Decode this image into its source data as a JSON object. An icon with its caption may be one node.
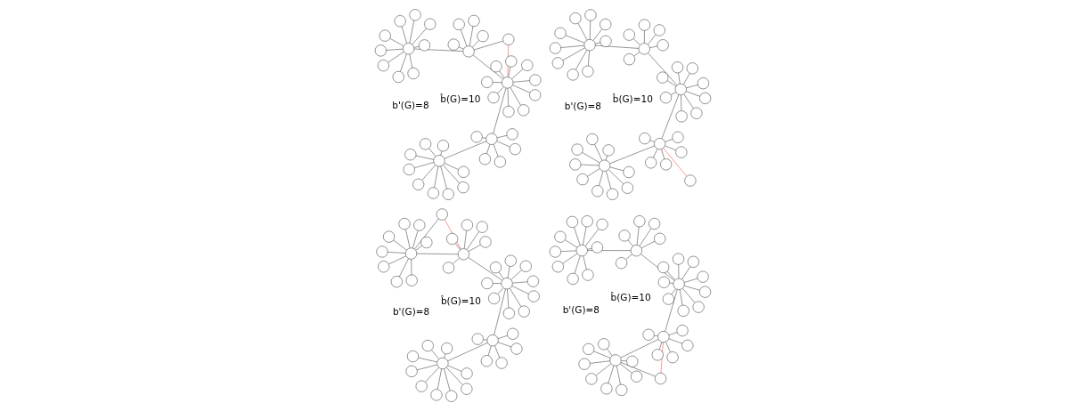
{
  "diagram": {
    "nodes": [
      {
        "text": [],
        "shape": "circle"
      },
      {
        "text": [],
        "shape": "circle"
      },
      {
        "text": [],
        "shape": "circle"
      },
      {
        "text": [],
        "shape": "circle"
      },
      {
        "text": [],
        "shape": "circle"
      },
      {
        "text": [],
        "shape": "circle"
      },
      {
        "text": [],
        "shape": "circle"
      },
      {
        "text": [],
        "shape": "circle"
      },
      {
        "text": [],
        "shape": "circle"
      },
      {
        "text": [],
        "shape": "circle"
      },
      {
        "text": [],
        "shape": "circle"
      },
      {
        "text": [],
        "shape": "circle"
      },
      {
        "text": [],
        "shape": "circle"
      },
      {
        "text": [],
        "shape": "circle"
      },
      {
        "text": [],
        "shape": "circle"
      },
      {
        "text": [],
        "shape": "circle"
      },
      {
        "text": [],
        "shape": "circle"
      },
      {
        "text": [],
        "shape": "circle"
      },
      {
        "text": [],
        "shape": "circle"
      },
      {
        "text": [],
        "shape": "circle"
      },
      {
        "text": [],
        "shape": "circle"
      },
      {
        "text": [],
        "shape": "circle"
      },
      {
        "text": [],
        "shape": "circle"
      },
      {
        "text": [],
        "shape": "circle"
      },
      {
        "text": [],
        "shape": "circle"
      },
      {
        "text": [],
        "shape": "circle"
      },
      {
        "text": [],
        "shape": "circle"
      },
      {
        "text": [],
        "shape": "circle"
      },
      {
        "text": [],
        "shape": "circle"
      },
      {
        "text": [],
        "shape": "circle"
      },
      {
        "text": [],
        "shape": "circle"
      },
      {
        "text": [],
        "shape": "circle"
      },
      {
        "text": [],
        "shape": "circle"
      },
      {
        "text": [],
        "shape": "circle"
      },
      {
        "text": [],
        "shape": "circle"
      },
      {
        "text": [],
        "shape": "circle"
      },
      {
        "text": [],
        "shape": "circle"
      },
      {
        "text": [],
        "shape": "circle"
      },
      {
        "text": [],
        "shape": "circle"
      },
      {
        "text": [],
        "shape": "circle"
      },
      {
        "text": [],
        "shape": "circle"
      },
      {
        "text": [],
        "shape": "circle"
      },
      {
        "text": [],
        "shape": "circle"
      },
      {
        "text": [],
        "shape": "circle"
      },
      {
        "text": [],
        "shape": "circle"
      },
      {
        "text": [],
        "shape": "circle"
      },
      {
        "text": [],
        "shape": "circle"
      },
      {
        "text": [],
        "shape": "circle"
      },
      {
        "text": [],
        "shape": "circle"
      },
      {
        "text": [],
        "shape": "circle"
      },
      {
        "text": [],
        "shape": "circle"
      },
      {
        "text": [],
        "shape": "circle"
      },
      {
        "text": [],
        "shape": "circle"
      },
      {
        "text": [],
        "shape": "circle"
      },
      {
        "text": [],
        "shape": "circle"
      },
      {
        "text": [],
        "shape": "circle"
      },
      {
        "text": [],
        "shape": "circle"
      },
      {
        "text": [],
        "shape": "circle"
      },
      {
        "text": [],
        "shape": "circle"
      },
      {
        "text": [],
        "shape": "circle"
      },
      {
        "text": [],
        "shape": "circle"
      },
      {
        "text": [],
        "shape": "circle"
      },
      {
        "text": [],
        "shape": "circle"
      },
      {
        "text": [],
        "shape": "circle"
      },
      {
        "text": [],
        "shape": "circle"
      },
      {
        "text": [],
        "shape": "circle"
      },
      {
        "text": [],
        "shape": "circle"
      },
      {
        "text": [],
        "shape": "circle"
      },
      {
        "text": [],
        "shape": "circle"
      },
      {
        "text": [],
        "shape": "circle"
      },
      {
        "text": [],
        "shape": "circle"
      },
      {
        "text": [],
        "shape": "circle"
      },
      {
        "text": [],
        "shape": "circle"
      },
      {
        "text": [],
        "shape": "circle"
      },
      {
        "text": [],
        "shape": "circle"
      },
      {
        "text": [],
        "shape": "circle"
      },
      {
        "text": [],
        "shape": "circle"
      },
      {
        "text": [],
        "shape": "circle"
      },
      {
        "text": [],
        "shape": "circle"
      },
      {
        "text": [],
        "shape": "circle"
      },
      {
        "text": [],
        "shape": "circle"
      },
      {
        "text": [],
        "shape": "circle"
      },
      {
        "text": [],
        "shape": "circle"
      },
      {
        "text": [],
        "shape": "circle"
      },
      {
        "text": [],
        "shape": "circle"
      },
      {
        "text": [],
        "shape": "circle"
      },
      {
        "text": [],
        "shape": "circle"
      },
      {
        "text": [],
        "shape": "circle"
      },
      {
        "text": [],
        "shape": "circle"
      },
      {
        "text": [],
        "shape": "circle"
      },
      {
        "text": [],
        "shape": "circle"
      },
      {
        "text": [],
        "shape": "circle"
      },
      {
        "text": [],
        "shape": "circle"
      },
      {
        "text": [],
        "shape": "circle"
      },
      {
        "text": [],
        "shape": "circle"
      },
      {
        "text": [],
        "shape": "circle"
      },
      {
        "text": [],
        "shape": "circle"
      },
      {
        "text": [],
        "shape": "circle"
      },
      {
        "text": [],
        "shape": "circle"
      },
      {
        "text": [],
        "shape": "circle"
      },
      {
        "text": [],
        "shape": "circle"
      },
      {
        "text": [],
        "shape": "circle"
      },
      {
        "text": [],
        "shape": "circle"
      },
      {
        "text": [],
        "shape": "circle"
      },
      {
        "text": [],
        "shape": "circle"
      },
      {
        "text": [],
        "shape": "circle"
      },
      {
        "text": [],
        "shape": "circle"
      },
      {
        "text": [],
        "shape": "circle"
      },
      {
        "text": [],
        "shape": "circle"
      },
      {
        "text": [],
        "shape": "circle"
      },
      {
        "text": [],
        "shape": "circle"
      },
      {
        "text": [],
        "shape": "circle"
      },
      {
        "text": [],
        "shape": "circle"
      },
      {
        "text": [],
        "shape": "circle"
      },
      {
        "text": [],
        "shape": "circle"
      },
      {
        "text": [],
        "shape": "circle"
      },
      {
        "text": [],
        "shape": "circle"
      },
      {
        "text": [],
        "shape": "circle"
      },
      {
        "text": [],
        "shape": "circle"
      },
      {
        "text": [],
        "shape": "circle"
      },
      {
        "text": [],
        "shape": "circle"
      },
      {
        "text": [],
        "shape": "circle"
      },
      {
        "text": [],
        "shape": "circle"
      },
      {
        "text": [],
        "shape": "circle"
      },
      {
        "text": [],
        "shape": "circle"
      },
      {
        "text": [],
        "shape": "circle"
      },
      {
        "text": [],
        "shape": "circle"
      },
      {
        "text": [],
        "shape": "circle"
      },
      {
        "text": [],
        "shape": "circle"
      },
      {
        "text": [],
        "shape": "circle"
      },
      {
        "text": [],
        "shape": "circle"
      },
      {
        "text": [],
        "shape": "circle"
      },
      {
        "text": [],
        "shape": "circle"
      },
      {
        "text": [],
        "shape": "circle"
      },
      {
        "text": [],
        "shape": "circle"
      },
      {
        "text": [],
        "shape": "circle"
      },
      {
        "text": [],
        "shape": "circle"
      },
      {
        "text": [],
        "shape": "circle"
      },
      {
        "text": [],
        "shape": "circle"
      },
      {
        "text": [],
        "shape": "circle"
      },
      {
        "text": [],
        "shape": "circle"
      },
      {
        "text": [],
        "shape": "circle"
      },
      {
        "text": [],
        "shape": "circle"
      },
      {
        "text": [],
        "shape": "circle"
      },
      {
        "text": [],
        "shape": "circle"
      },
      {
        "text": [],
        "shape": "circle"
      },
      {
        "text": [],
        "shape": "circle"
      },
      {
        "text": [],
        "shape": "circle"
      },
      {
        "text": [],
        "shape": "circle"
      },
      {
        "text": [],
        "shape": "circle"
      },
      {
        "text": [],
        "shape": "circle"
      },
      {
        "text": [],
        "shape": "circle"
      },
      {
        "text": [],
        "shape": "circle"
      },
      {
        "text": [],
        "shape": "circle"
      },
      {
        "text": [],
        "shape": "circle"
      },
      {
        "text": [],
        "shape": "circle"
      },
      {
        "text": [],
        "shape": "circle"
      },
      {
        "text": [],
        "shape": "circle"
      },
      {
        "text": [],
        "shape": "circle"
      },
      {
        "text": [],
        "shape": "circle"
      },
      {
        "text": [],
        "shape": "circle"
      },
      {
        "text": [],
        "shape": "circle"
      },
      {
        "text": [],
        "shape": "circle"
      },
      {
        "text": [],
        "shape": "circle"
      },
      {
        "text": [],
        "shape": "circle"
      },
      {
        "text": [],
        "shape": "circle"
      },
      {
        "text": [],
        "shape": "circle"
      },
      {
        "text": [],
        "shape": "circle"
      }
    ],
    "edges": [
      {
        "from": 0,
        "to": 1,
        "arrow": "none"
      },
      {
        "from": 1,
        "to": 2,
        "arrow": "none"
      },
      {
        "from": 2,
        "to": 3,
        "arrow": "none"
      },
      {
        "from": 3,
        "to": 4,
        "arrow": "none"
      },
      {
        "from": 0,
        "to": 5,
        "arrow": "none"
      },
      {
        "from": 0,
        "to": 6,
        "arrow": "none"
      },
      {
        "from": 0,
        "to": 7,
        "arrow": "none"
      },
      {
        "from": 0,
        "to": 8,
        "arrow": "none"
      },
      {
        "from": 0,
        "to": 9,
        "arrow": "none"
      },
      {
        "from": 0,
        "to": 10,
        "arrow": "none"
      },
      {
        "from": 0,
        "to": 11,
        "arrow": "none"
      },
      {
        "from": 0,
        "to": 12,
        "arrow": "none"
      },
      {
        "from": 0,
        "to": 13,
        "arrow": "none"
      },
      {
        "from": 1,
        "to": 14,
        "arrow": "none"
      },
      {
        "from": 1,
        "to": 15,
        "arrow": "none"
      },
      {
        "from": 1,
        "to": 16,
        "arrow": "none"
      },
      {
        "from": 1,
        "to": 17,
        "arrow": "none"
      },
      {
        "from": 1,
        "to": 18,
        "arrow": "none"
      },
      {
        "from": 2,
        "to": 19,
        "arrow": "none"
      },
      {
        "from": 2,
        "to": 20,
        "arrow": "none"
      },
      {
        "from": 2,
        "to": 21,
        "arrow": "none"
      },
      {
        "from": 2,
        "to": 22,
        "arrow": "none"
      },
      {
        "from": 2,
        "to": 23,
        "arrow": "none"
      },
      {
        "from": 2,
        "to": 24,
        "arrow": "none"
      },
      {
        "from": 2,
        "to": 25,
        "arrow": "none"
      },
      {
        "from": 2,
        "to": 26,
        "arrow": "none"
      },
      {
        "from": 2,
        "to": 27,
        "arrow": "none"
      },
      {
        "from": 3,
        "to": 28,
        "arrow": "none"
      },
      {
        "from": 3,
        "to": 29,
        "arrow": "none"
      },
      {
        "from": 3,
        "to": 30,
        "arrow": "none"
      },
      {
        "from": 3,
        "to": 31,
        "arrow": "none"
      },
      {
        "from": 3,
        "to": 32,
        "arrow": "none"
      },
      {
        "from": 4,
        "to": 33,
        "arrow": "none"
      },
      {
        "from": 4,
        "to": 34,
        "arrow": "none"
      },
      {
        "from": 4,
        "to": 35,
        "arrow": "none"
      },
      {
        "from": 4,
        "to": 36,
        "arrow": "none"
      },
      {
        "from": 4,
        "to": 37,
        "arrow": "none"
      },
      {
        "from": 4,
        "to": 38,
        "arrow": "none"
      },
      {
        "from": 4,
        "to": 39,
        "arrow": "none"
      },
      {
        "from": 4,
        "to": 40,
        "arrow": "none"
      },
      {
        "from": 4,
        "to": 41,
        "arrow": "none"
      },
      {
        "from": 13,
        "to": 1,
        "arrow": "none",
        "color": "#ff0000"
      },
      {
        "from": 42,
        "to": 43,
        "arrow": "none"
      },
      {
        "from": 43,
        "to": 44,
        "arrow": "none"
      },
      {
        "from": 44,
        "to": 45,
        "arrow": "none"
      },
      {
        "from": 45,
        "to": 46,
        "arrow": "none"
      },
      {
        "from": 42,
        "to": 47,
        "arrow": "none"
      },
      {
        "from": 42,
        "to": 48,
        "arrow": "none"
      },
      {
        "from": 42,
        "to": 49,
        "arrow": "none"
      },
      {
        "from": 42,
        "to": 50,
        "arrow": "none"
      },
      {
        "from": 42,
        "to": 51,
        "arrow": "none"
      },
      {
        "from": 42,
        "to": 52,
        "arrow": "none"
      },
      {
        "from": 42,
        "to": 53,
        "arrow": "none"
      },
      {
        "from": 42,
        "to": 54,
        "arrow": "none"
      },
      {
        "from": 42,
        "to": 55,
        "arrow": "none"
      },
      {
        "from": 43,
        "to": 56,
        "arrow": "none"
      },
      {
        "from": 43,
        "to": 57,
        "arrow": "none"
      },
      {
        "from": 43,
        "to": 58,
        "arrow": "none"
      },
      {
        "from": 43,
        "to": 59,
        "arrow": "none"
      },
      {
        "from": 43,
        "to": 60,
        "arrow": "none"
      },
      {
        "from": 44,
        "to": 62,
        "arrow": "none"
      },
      {
        "from": 44,
        "to": 63,
        "arrow": "none"
      },
      {
        "from": 44,
        "to": 64,
        "arrow": "none"
      },
      {
        "from": 44,
        "to": 65,
        "arrow": "none"
      },
      {
        "from": 44,
        "to": 66,
        "arrow": "none"
      },
      {
        "from": 44,
        "to": 67,
        "arrow": "none"
      },
      {
        "from": 44,
        "to": 68,
        "arrow": "none"
      },
      {
        "from": 44,
        "to": 69,
        "arrow": "none"
      },
      {
        "from": 45,
        "to": 70,
        "arrow": "none"
      },
      {
        "from": 45,
        "to": 71,
        "arrow": "none"
      },
      {
        "from": 45,
        "to": 72,
        "arrow": "none"
      },
      {
        "from": 45,
        "to": 73,
        "arrow": "none"
      },
      {
        "from": 45,
        "to": 74,
        "arrow": "none"
      },
      {
        "from": 46,
        "to": 75,
        "arrow": "none"
      },
      {
        "from": 46,
        "to": 76,
        "arrow": "none"
      },
      {
        "from": 46,
        "to": 77,
        "arrow": "none"
      },
      {
        "from": 46,
        "to": 78,
        "arrow": "none"
      },
      {
        "from": 46,
        "to": 79,
        "arrow": "none"
      },
      {
        "from": 46,
        "to": 80,
        "arrow": "none"
      },
      {
        "from": 46,
        "to": 81,
        "arrow": "none"
      },
      {
        "from": 46,
        "to": 82,
        "arrow": "none"
      },
      {
        "from": 46,
        "to": 83,
        "arrow": "none"
      },
      {
        "from": 43,
        "to": 61,
        "arrow": "none",
        "color": "#ff0000"
      },
      {
        "from": 84,
        "to": 85,
        "arrow": "none"
      },
      {
        "from": 85,
        "to": 86,
        "arrow": "none"
      },
      {
        "from": 86,
        "to": 87,
        "arrow": "none"
      },
      {
        "from": 87,
        "to": 88,
        "arrow": "none"
      },
      {
        "from": 84,
        "to": 89,
        "arrow": "none"
      },
      {
        "from": 84,
        "to": 90,
        "arrow": "none"
      },
      {
        "from": 84,
        "to": 91,
        "arrow": "none"
      },
      {
        "from": 84,
        "to": 92,
        "arrow": "none"
      },
      {
        "from": 84,
        "to": 93,
        "arrow": "none"
      },
      {
        "from": 84,
        "to": 94,
        "arrow": "none"
      },
      {
        "from": 84,
        "to": 95,
        "arrow": "none"
      },
      {
        "from": 84,
        "to": 96,
        "arrow": "none"
      },
      {
        "from": 84,
        "to": 97,
        "arrow": "none"
      },
      {
        "from": 85,
        "to": 98,
        "arrow": "none"
      },
      {
        "from": 85,
        "to": 99,
        "arrow": "none"
      },
      {
        "from": 85,
        "to": 100,
        "arrow": "none"
      },
      {
        "from": 85,
        "to": 101,
        "arrow": "none"
      },
      {
        "from": 85,
        "to": 102,
        "arrow": "none"
      },
      {
        "from": 86,
        "to": 103,
        "arrow": "none"
      },
      {
        "from": 86,
        "to": 104,
        "arrow": "none"
      },
      {
        "from": 86,
        "to": 105,
        "arrow": "none"
      },
      {
        "from": 86,
        "to": 106,
        "arrow": "none"
      },
      {
        "from": 86,
        "to": 107,
        "arrow": "none"
      },
      {
        "from": 86,
        "to": 108,
        "arrow": "none"
      },
      {
        "from": 86,
        "to": 109,
        "arrow": "none"
      },
      {
        "from": 86,
        "to": 110,
        "arrow": "none"
      },
      {
        "from": 86,
        "to": 111,
        "arrow": "none"
      },
      {
        "from": 87,
        "to": 112,
        "arrow": "none"
      },
      {
        "from": 87,
        "to": 113,
        "arrow": "none"
      },
      {
        "from": 87,
        "to": 114,
        "arrow": "none"
      },
      {
        "from": 87,
        "to": 115,
        "arrow": "none"
      },
      {
        "from": 87,
        "to": 116,
        "arrow": "none"
      },
      {
        "from": 88,
        "to": 117,
        "arrow": "none"
      },
      {
        "from": 88,
        "to": 118,
        "arrow": "none"
      },
      {
        "from": 88,
        "to": 119,
        "arrow": "none"
      },
      {
        "from": 88,
        "to": 120,
        "arrow": "none"
      },
      {
        "from": 88,
        "to": 121,
        "arrow": "none"
      },
      {
        "from": 88,
        "to": 122,
        "arrow": "none"
      },
      {
        "from": 88,
        "to": 123,
        "arrow": "none"
      },
      {
        "from": 88,
        "to": 124,
        "arrow": "none"
      },
      {
        "from": 88,
        "to": 125,
        "arrow": "none"
      },
      {
        "from": 86,
        "to": 112,
        "arrow": "none",
        "color": "#ff0000"
      },
      {
        "from": 126,
        "to": 127,
        "arrow": "none"
      },
      {
        "from": 127,
        "to": 128,
        "arrow": "none"
      },
      {
        "from": 128,
        "to": 129,
        "arrow": "none"
      },
      {
        "from": 129,
        "to": 130,
        "arrow": "none"
      },
      {
        "from": 126,
        "to": 131,
        "arrow": "none"
      },
      {
        "from": 126,
        "to": 132,
        "arrow": "none"
      },
      {
        "from": 126,
        "to": 133,
        "arrow": "none"
      },
      {
        "from": 126,
        "to": 134,
        "arrow": "none"
      },
      {
        "from": 126,
        "to": 135,
        "arrow": "none"
      },
      {
        "from": 126,
        "to": 136,
        "arrow": "none"
      },
      {
        "from": 126,
        "to": 137,
        "arrow": "none"
      },
      {
        "from": 126,
        "to": 138,
        "arrow": "none"
      },
      {
        "from": 126,
        "to": 139,
        "arrow": "none"
      },
      {
        "from": 127,
        "to": 140,
        "arrow": "none"
      },
      {
        "from": 127,
        "to": 141,
        "arrow": "none"
      },
      {
        "from": 127,
        "to": 142,
        "arrow": "none"
      },
      {
        "from": 127,
        "to": 143,
        "arrow": "none"
      },
      {
        "from": 127,
        "to": 144,
        "arrow": "none"
      },
      {
        "from": 128,
        "to": 145,
        "arrow": "none"
      },
      {
        "from": 128,
        "to": 146,
        "arrow": "none"
      },
      {
        "from": 128,
        "to": 147,
        "arrow": "none"
      },
      {
        "from": 128,
        "to": 148,
        "arrow": "none"
      },
      {
        "from": 128,
        "to": 149,
        "arrow": "none"
      },
      {
        "from": 128,
        "to": 150,
        "arrow": "none"
      },
      {
        "from": 128,
        "to": 151,
        "arrow": "none"
      },
      {
        "from": 128,
        "to": 152,
        "arrow": "none"
      },
      {
        "from": 128,
        "to": 153,
        "arrow": "none"
      },
      {
        "from": 129,
        "to": 154,
        "arrow": "none"
      },
      {
        "from": 129,
        "to": 155,
        "arrow": "none"
      },
      {
        "from": 129,
        "to": 156,
        "arrow": "none"
      },
      {
        "from": 129,
        "to": 157,
        "arrow": "none"
      },
      {
        "from": 129,
        "to": 158,
        "arrow": "none"
      },
      {
        "from": 130,
        "to": 159,
        "arrow": "none"
      },
      {
        "from": 130,
        "to": 160,
        "arrow": "none"
      },
      {
        "from": 130,
        "to": 161,
        "arrow": "none"
      },
      {
        "from": 130,
        "to": 162,
        "arrow": "none"
      },
      {
        "from": 130,
        "to": 163,
        "arrow": "none"
      },
      {
        "from": 130,
        "to": 164,
        "arrow": "none"
      },
      {
        "from": 130,
        "to": 165,
        "arrow": "none"
      },
      {
        "from": 130,
        "to": 166,
        "arrow": "none"
      },
      {
        "from": 130,
        "to": 167,
        "arrow": "none"
      },
      {
        "from": 129,
        "to": 167,
        "arrow": "none",
        "color": "#ff0000"
      }
    ],
    "labels": [
      "b̂(G)=10",
      "b'(G)=8",
      "b̂(G)=10",
      "b'(G)=8",
      "b̂(G)=10",
      "b'(G)=8",
      "b̂(G)=10",
      "b'(G)=8"
    ]
  }
}
